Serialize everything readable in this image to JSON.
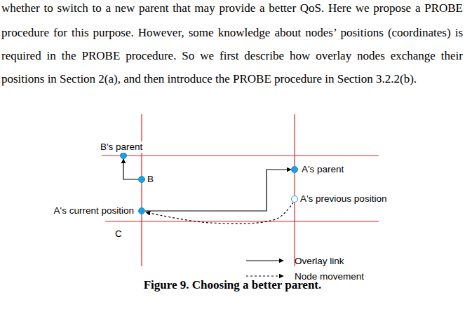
{
  "diagram": {
    "caption": "Figure 9. Choosing a better parent.",
    "nodes": [
      {
        "text": [
          "B's parent"
        ]
      },
      {
        "text": [
          "A's parent"
        ]
      },
      {
        "text": [
          "B"
        ]
      },
      {
        "text": [
          "A's previous position"
        ]
      },
      {
        "text": [
          "A's current position"
        ]
      }
    ],
    "edges": [
      {
        "from": 2,
        "to": 0,
        "arrow": "to"
      },
      {
        "from": 4,
        "to": 1,
        "arrow": "to"
      },
      {
        "from": 3,
        "to": 4,
        "arrow": "to"
      }
    ],
    "labels": [
      "whether to switch to a new parent that may provide a better QoS. Here we propose a PROBE",
      "procedure for this purpose. However, some knowledge about nodes’ positions (coordinates) is",
      "required in the PROBE procedure. So we first describe how overlay nodes exchange their",
      "positions in Section 2(a), and then introduce the PROBE procedure in Section 3.2.2(b).",
      "C"
    ],
    "legend": [
      {
        "text": "Overlay link"
      },
      {
        "text": "Node movement"
      }
    ]
  }
}
